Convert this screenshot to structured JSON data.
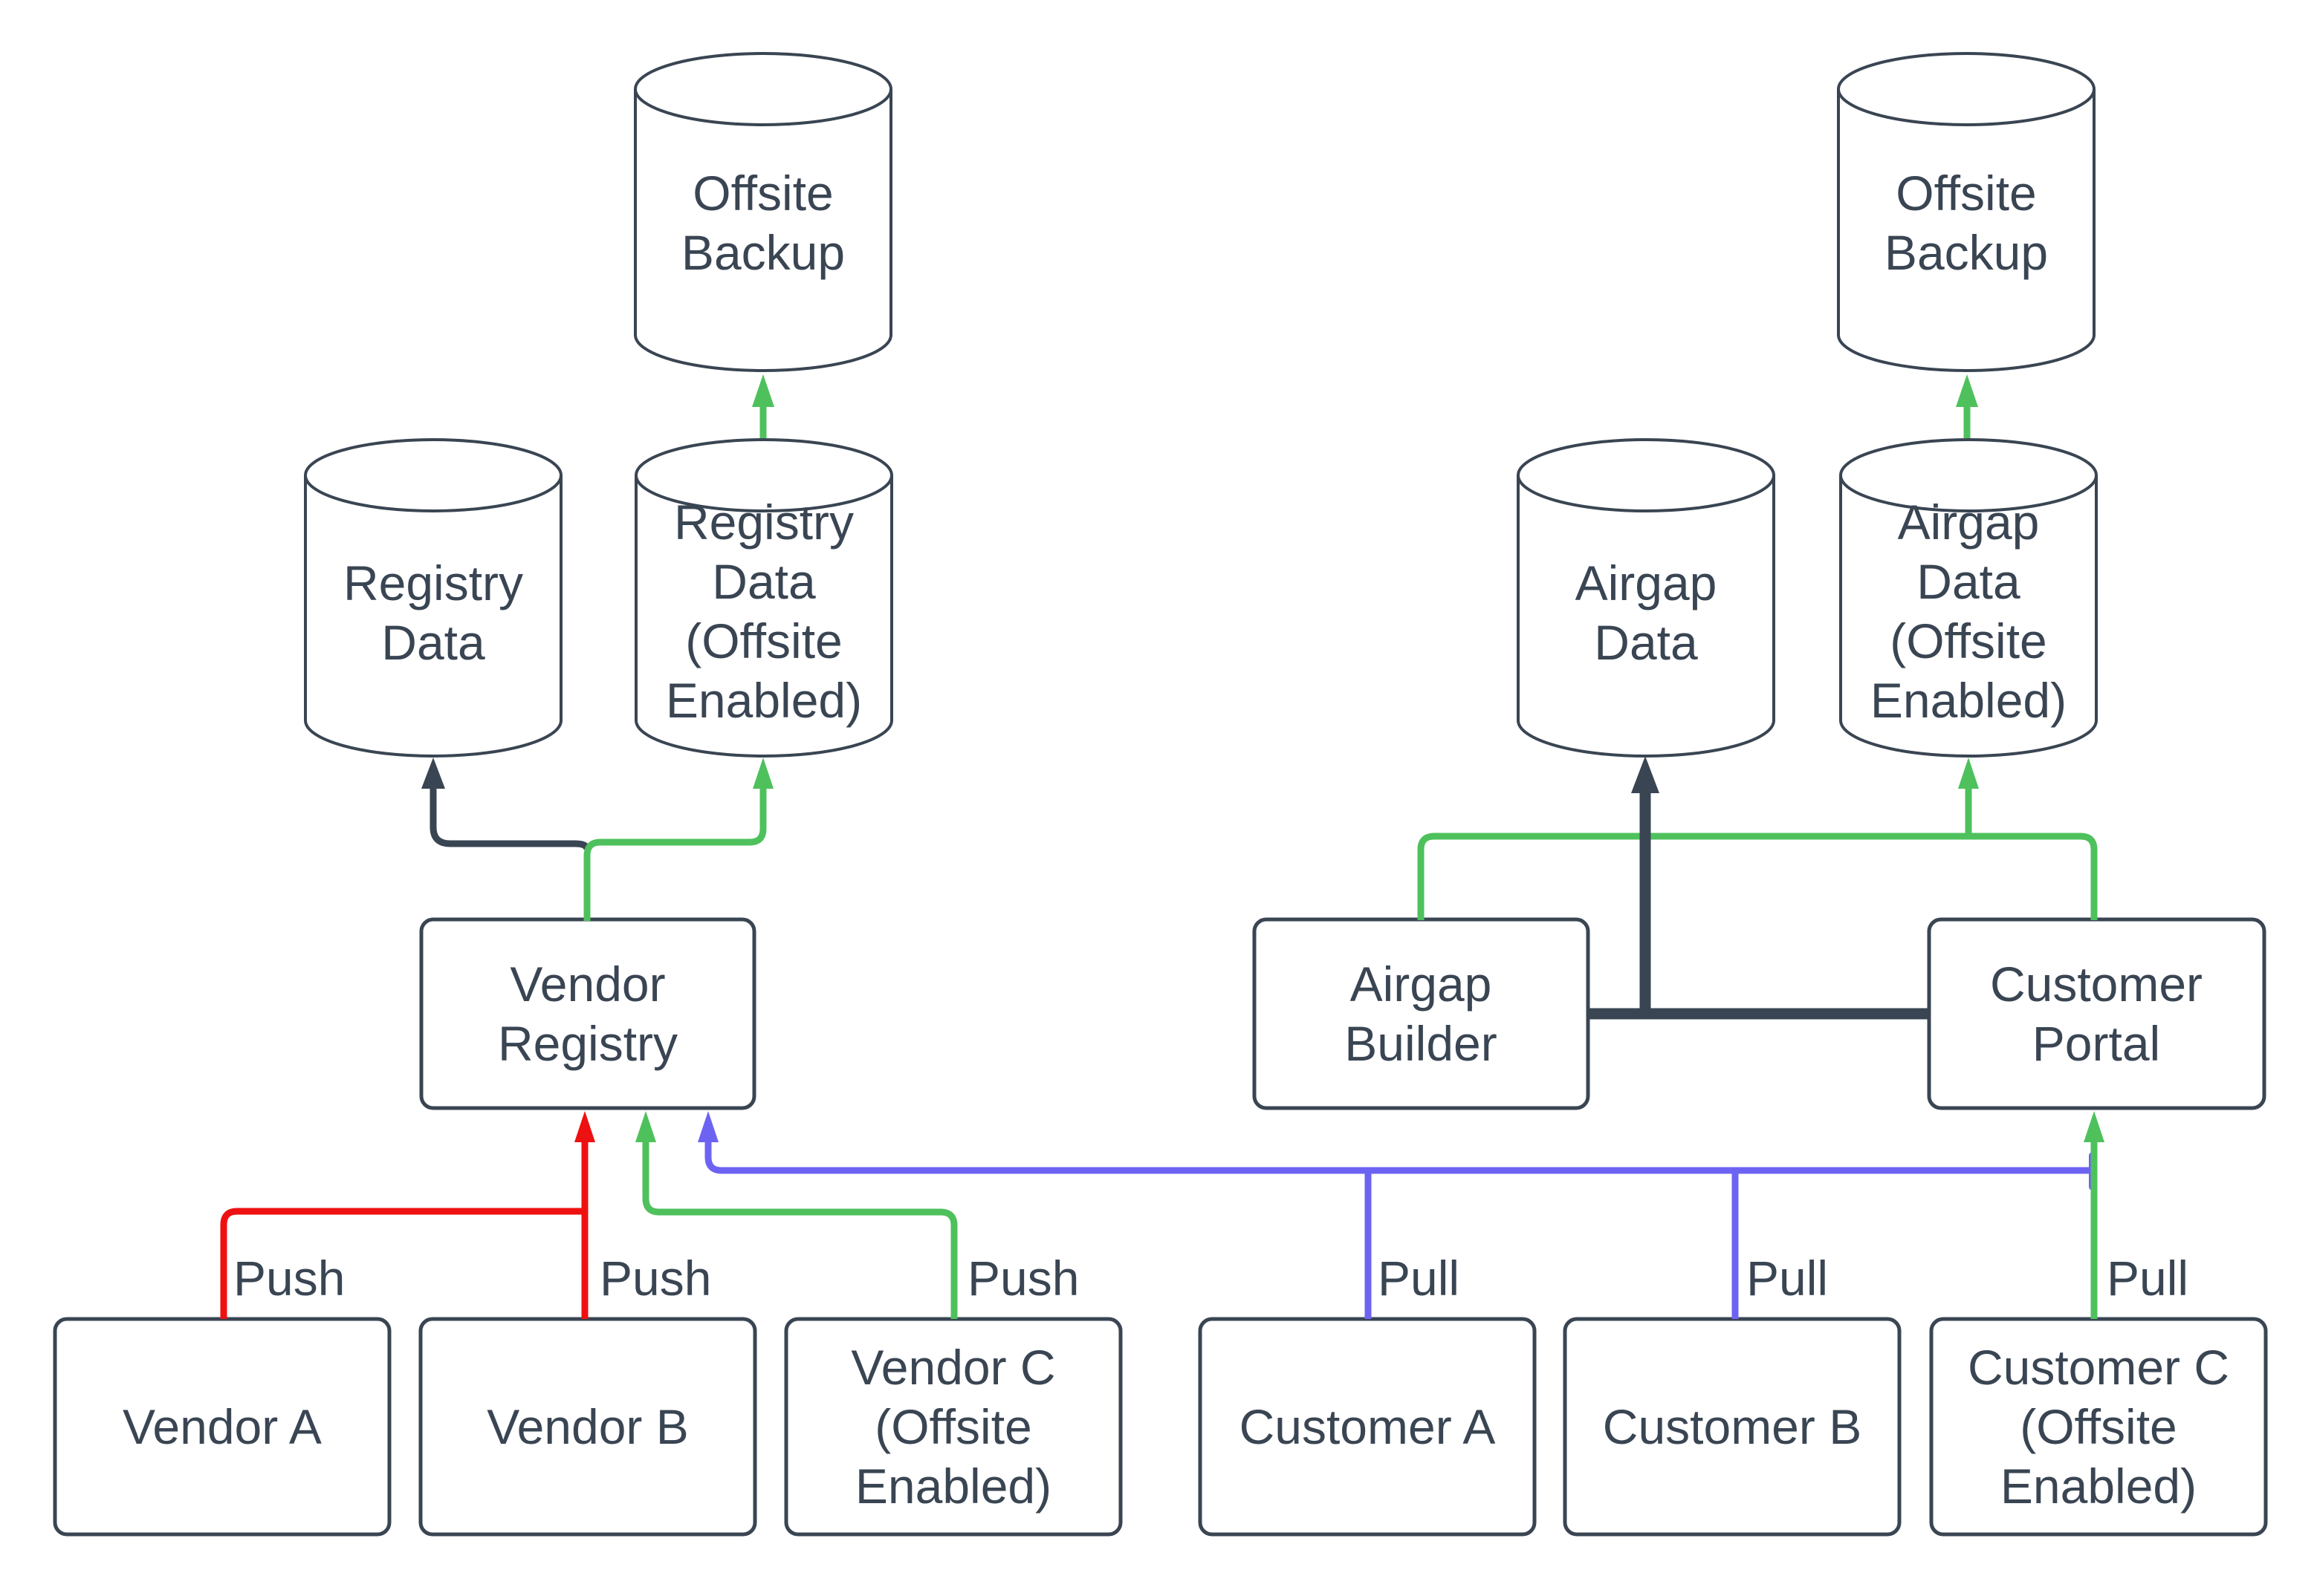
{
  "colors": {
    "dark": "#3a4553",
    "green": "#4ec15c",
    "red": "#ee1111",
    "blue": "#6d63f3",
    "node_fill": "#ffffff",
    "text": "#3a4553",
    "background": "#ffffff"
  },
  "nodes": {
    "offsite_backup_left": {
      "label": "Offsite\nBackup",
      "shape": "cylinder"
    },
    "offsite_backup_right": {
      "label": "Offsite\nBackup",
      "shape": "cylinder"
    },
    "registry_data": {
      "label": "Registry\nData",
      "shape": "cylinder"
    },
    "registry_data_offsite": {
      "label": "Registry\nData\n(Offsite\nEnabled)",
      "shape": "cylinder"
    },
    "airgap_data": {
      "label": "Airgap\nData",
      "shape": "cylinder"
    },
    "airgap_data_offsite": {
      "label": "Airgap\nData\n(Offsite\nEnabled)",
      "shape": "cylinder"
    },
    "vendor_registry": {
      "label": "Vendor\nRegistry",
      "shape": "box"
    },
    "airgap_builder": {
      "label": "Airgap\nBuilder",
      "shape": "box"
    },
    "customer_portal": {
      "label": "Customer\nPortal",
      "shape": "box"
    },
    "vendor_a": {
      "label": "Vendor A",
      "shape": "box"
    },
    "vendor_b": {
      "label": "Vendor B",
      "shape": "box"
    },
    "vendor_c": {
      "label": "Vendor C\n(Offsite\nEnabled)",
      "shape": "box"
    },
    "customer_a": {
      "label": "Customer A",
      "shape": "box"
    },
    "customer_b": {
      "label": "Customer B",
      "shape": "box"
    },
    "customer_c": {
      "label": "Customer C\n(Offsite\nEnabled)",
      "shape": "box"
    }
  },
  "edges": [
    {
      "from": "Vendor A",
      "to": "Vendor Registry",
      "label": "Push",
      "color": "red"
    },
    {
      "from": "Vendor B",
      "to": "Vendor Registry",
      "label": "Push",
      "color": "red"
    },
    {
      "from": "Vendor C (Offsite Enabled)",
      "to": "Vendor Registry",
      "label": "Push",
      "color": "green"
    },
    {
      "from": "Customer A",
      "to": "Vendor Registry",
      "label": "Pull",
      "color": "blue"
    },
    {
      "from": "Customer B",
      "to": "Vendor Registry",
      "label": "Pull",
      "color": "blue"
    },
    {
      "from": "Customer C (Offsite Enabled)",
      "to": "Customer Portal",
      "label": "Pull",
      "color": "green"
    },
    {
      "from": "Vendor Registry",
      "to": "Registry Data",
      "label": "",
      "color": "dark"
    },
    {
      "from": "Vendor Registry",
      "to": "Registry Data (Offsite Enabled)",
      "label": "",
      "color": "green"
    },
    {
      "from": "Registry Data (Offsite Enabled)",
      "to": "Offsite Backup",
      "label": "",
      "color": "green"
    },
    {
      "from": "Airgap Builder",
      "to": "Airgap Data",
      "label": "",
      "color": "dark"
    },
    {
      "from": "Airgap Builder",
      "to": "Customer Portal",
      "label": "",
      "color": "green"
    },
    {
      "from": "Customer Portal",
      "to": "Airgap Data (Offsite Enabled)",
      "label": "",
      "color": "green"
    },
    {
      "from": "Airgap Data (Offsite Enabled)",
      "to": "Offsite Backup",
      "label": "",
      "color": "green"
    }
  ]
}
